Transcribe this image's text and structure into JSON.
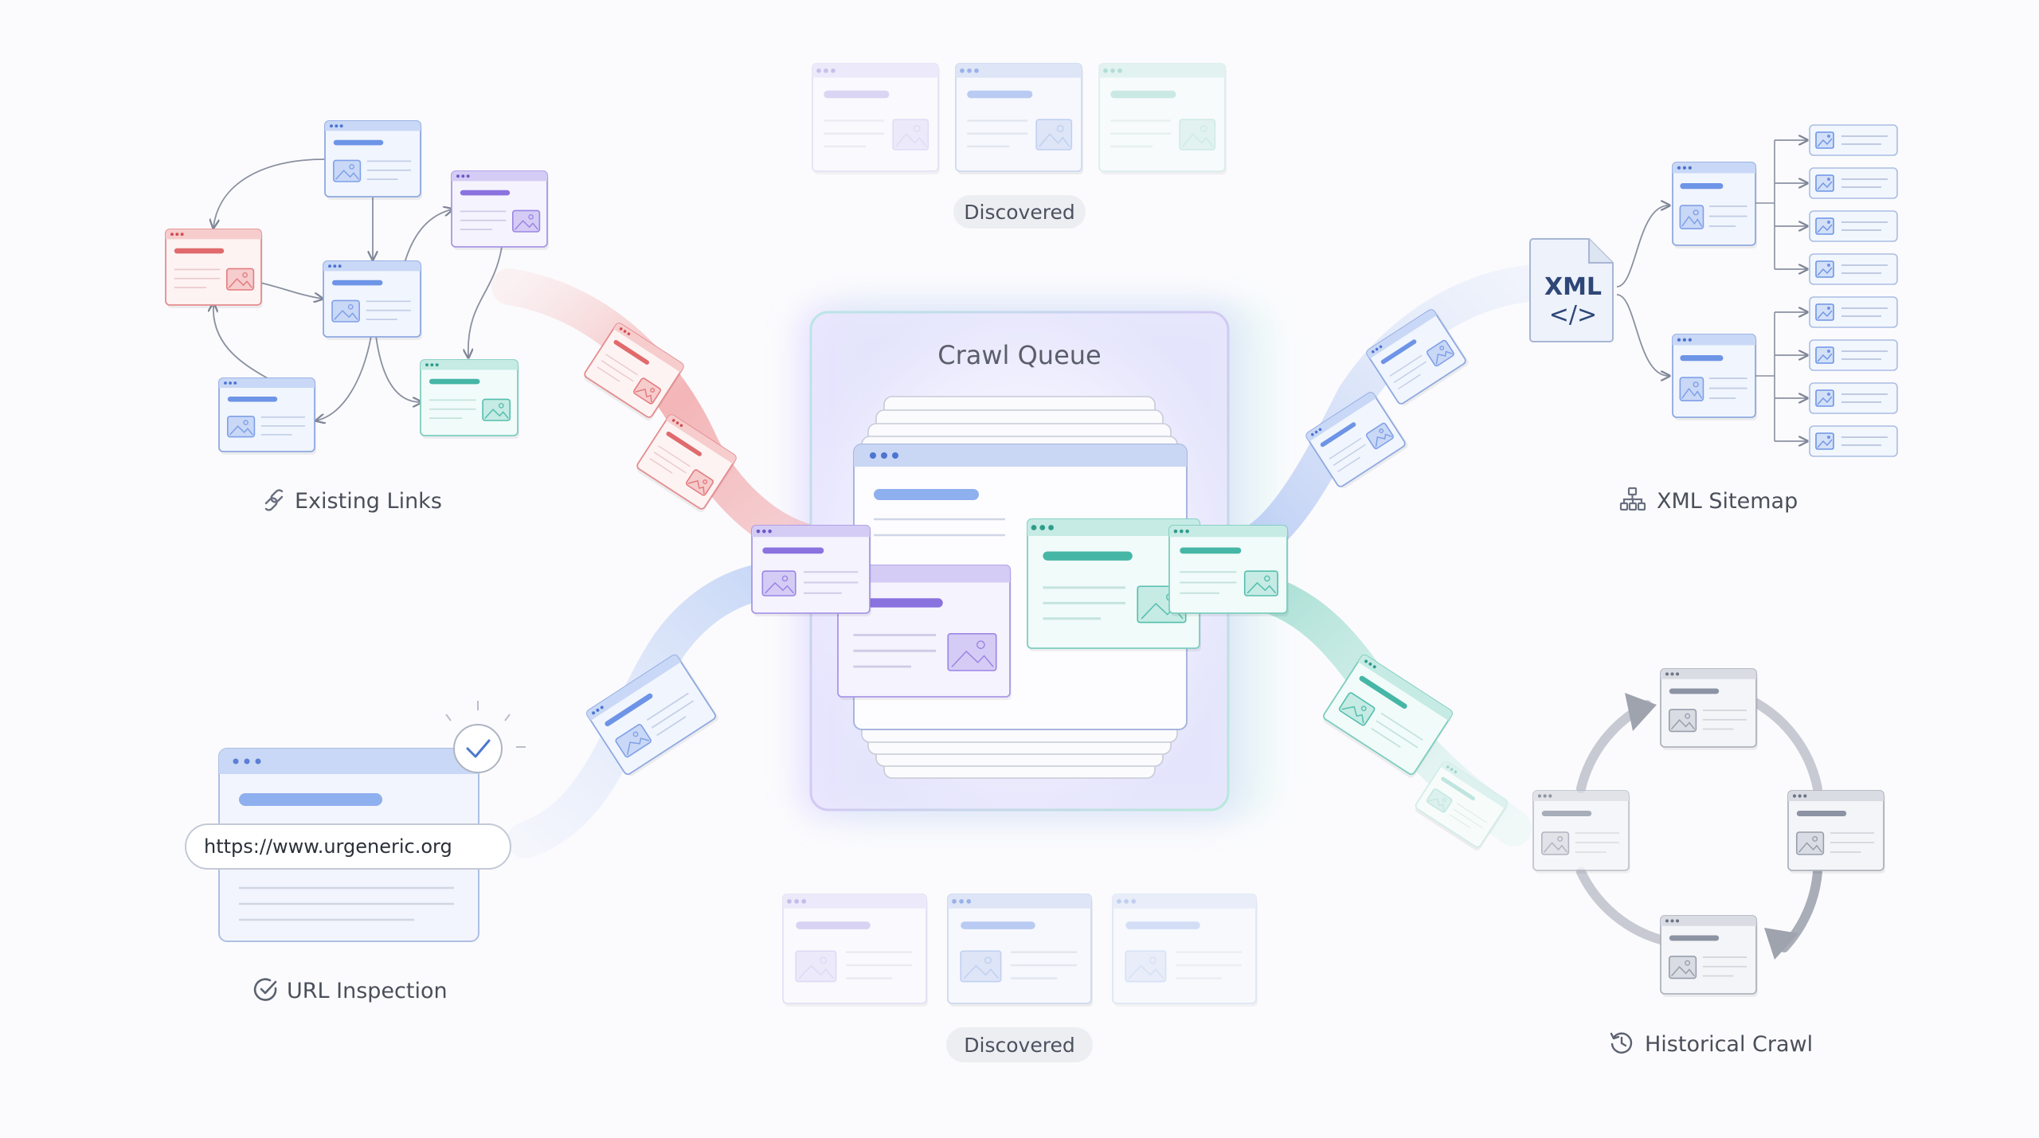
{
  "center": {
    "title": "Crawl Queue"
  },
  "sources": {
    "existing_links": {
      "label": "Existing Links",
      "icon": "link-icon"
    },
    "xml_sitemap": {
      "label": "XML Sitemap",
      "icon": "sitemap-icon",
      "file_label": "XML",
      "file_code": "</>"
    },
    "url_inspection": {
      "label": "URL Inspection",
      "icon": "check-circle-icon",
      "url": "https://www.urgeneric.org"
    },
    "historical_crawl": {
      "label": "Historical Crawl",
      "icon": "history-icon"
    }
  },
  "discovered": {
    "top_label": "Discovered",
    "bottom_label": "Discovered"
  },
  "colors": {
    "blue": "#5b84e0",
    "purple": "#8a72df",
    "red": "#e06a6c",
    "teal": "#46b6a6",
    "gray": "#8c93a3"
  }
}
